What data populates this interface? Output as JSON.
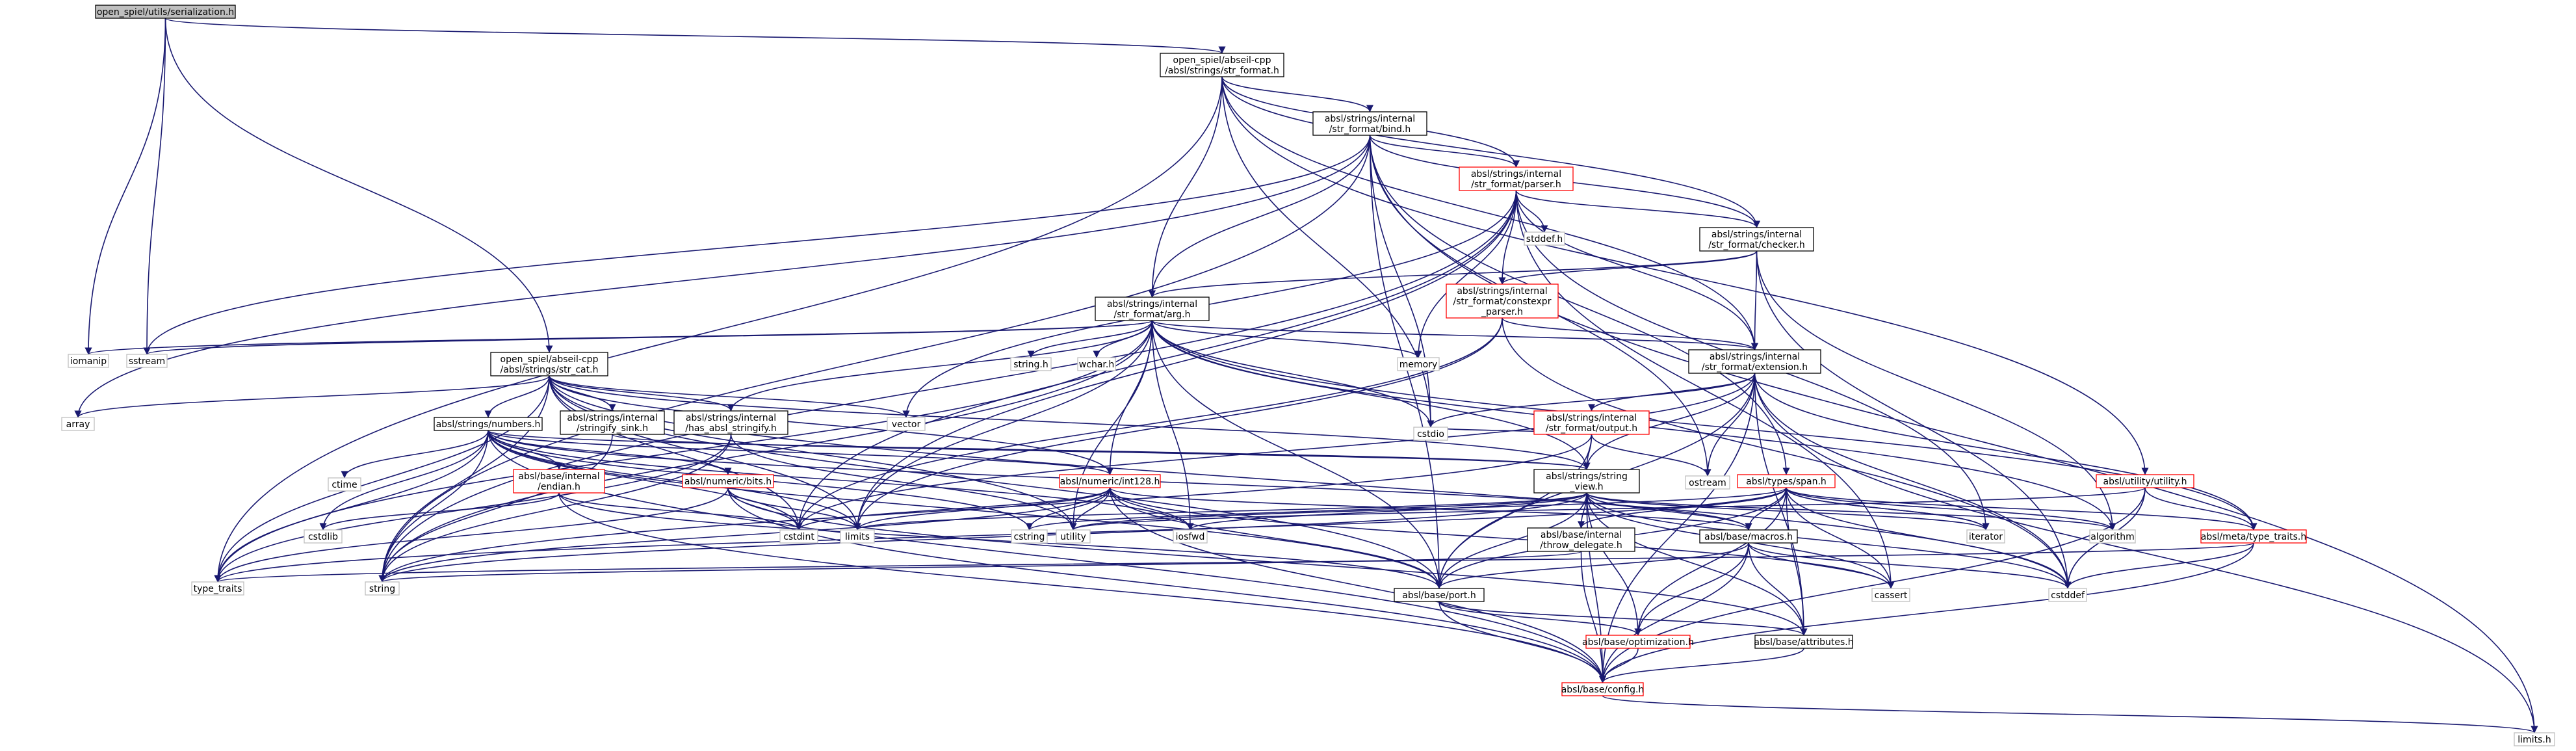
{
  "graph": {
    "nodes": [
      {
        "id": "serialization",
        "lines": [
          "open_spiel/utils/serialization.h"
        ],
        "kind": "main"
      },
      {
        "id": "str_format",
        "lines": [
          "open_spiel/abseil-cpp",
          "/absl/strings/str_format.h"
        ],
        "kind": "doc"
      },
      {
        "id": "bind",
        "lines": [
          "absl/strings/internal",
          "/str_format/bind.h"
        ],
        "kind": "doc"
      },
      {
        "id": "parser",
        "lines": [
          "absl/strings/internal",
          "/str_format/parser.h"
        ],
        "kind": "broken"
      },
      {
        "id": "stddef_h",
        "lines": [
          "stddef.h"
        ],
        "kind": "plain"
      },
      {
        "id": "checker",
        "lines": [
          "absl/strings/internal",
          "/str_format/checker.h"
        ],
        "kind": "doc"
      },
      {
        "id": "constexpr_parser",
        "lines": [
          "absl/strings/internal",
          "/str_format/constexpr",
          "_parser.h"
        ],
        "kind": "broken"
      },
      {
        "id": "arg",
        "lines": [
          "absl/strings/internal",
          "/str_format/arg.h"
        ],
        "kind": "doc"
      },
      {
        "id": "extension",
        "lines": [
          "absl/strings/internal",
          "/str_format/extension.h"
        ],
        "kind": "doc"
      },
      {
        "id": "output",
        "lines": [
          "absl/strings/internal",
          "/str_format/output.h"
        ],
        "kind": "broken"
      },
      {
        "id": "iomanip",
        "lines": [
          "iomanip"
        ],
        "kind": "plain"
      },
      {
        "id": "sstream",
        "lines": [
          "sstream"
        ],
        "kind": "plain"
      },
      {
        "id": "str_cat",
        "lines": [
          "open_spiel/abseil-cpp",
          "/absl/strings/str_cat.h"
        ],
        "kind": "doc"
      },
      {
        "id": "array",
        "lines": [
          "array"
        ],
        "kind": "plain"
      },
      {
        "id": "numbers",
        "lines": [
          "absl/strings/numbers.h"
        ],
        "kind": "doc"
      },
      {
        "id": "stringify_sink",
        "lines": [
          "absl/strings/internal",
          "/stringify_sink.h"
        ],
        "kind": "doc"
      },
      {
        "id": "has_stringify",
        "lines": [
          "absl/strings/internal",
          "/has_absl_stringify.h"
        ],
        "kind": "doc"
      },
      {
        "id": "string_h",
        "lines": [
          "string.h"
        ],
        "kind": "plain"
      },
      {
        "id": "wchar_h",
        "lines": [
          "wchar.h"
        ],
        "kind": "plain"
      },
      {
        "id": "memory",
        "lines": [
          "memory"
        ],
        "kind": "plain"
      },
      {
        "id": "vector",
        "lines": [
          "vector"
        ],
        "kind": "plain"
      },
      {
        "id": "ctime",
        "lines": [
          "ctime"
        ],
        "kind": "plain"
      },
      {
        "id": "endian",
        "lines": [
          "absl/base/internal",
          "/endian.h"
        ],
        "kind": "broken"
      },
      {
        "id": "bits",
        "lines": [
          "absl/numeric/bits.h"
        ],
        "kind": "broken"
      },
      {
        "id": "int128",
        "lines": [
          "absl/numeric/int128.h"
        ],
        "kind": "broken"
      },
      {
        "id": "cstdio",
        "lines": [
          "cstdio"
        ],
        "kind": "plain"
      },
      {
        "id": "string_view",
        "lines": [
          "absl/strings/string",
          "_view.h"
        ],
        "kind": "doc"
      },
      {
        "id": "ostream",
        "lines": [
          "ostream"
        ],
        "kind": "plain"
      },
      {
        "id": "span",
        "lines": [
          "absl/types/span.h"
        ],
        "kind": "broken"
      },
      {
        "id": "utility_h",
        "lines": [
          "absl/utility/utility.h"
        ],
        "kind": "broken"
      },
      {
        "id": "cstdlib",
        "lines": [
          "cstdlib"
        ],
        "kind": "plain"
      },
      {
        "id": "cstdint",
        "lines": [
          "cstdint"
        ],
        "kind": "plain"
      },
      {
        "id": "limits",
        "lines": [
          "limits"
        ],
        "kind": "plain"
      },
      {
        "id": "cstring",
        "lines": [
          "cstring"
        ],
        "kind": "plain"
      },
      {
        "id": "utility",
        "lines": [
          "utility"
        ],
        "kind": "plain"
      },
      {
        "id": "iosfwd",
        "lines": [
          "iosfwd"
        ],
        "kind": "plain"
      },
      {
        "id": "throw_delegate",
        "lines": [
          "absl/base/internal",
          "/throw_delegate.h"
        ],
        "kind": "doc"
      },
      {
        "id": "macros",
        "lines": [
          "absl/base/macros.h"
        ],
        "kind": "doc"
      },
      {
        "id": "iterator",
        "lines": [
          "iterator"
        ],
        "kind": "plain"
      },
      {
        "id": "algorithm",
        "lines": [
          "algorithm"
        ],
        "kind": "plain"
      },
      {
        "id": "type_traits_abs",
        "lines": [
          "absl/meta/type_traits.h"
        ],
        "kind": "broken"
      },
      {
        "id": "type_traits",
        "lines": [
          "type_traits"
        ],
        "kind": "plain"
      },
      {
        "id": "string",
        "lines": [
          "string"
        ],
        "kind": "plain"
      },
      {
        "id": "port",
        "lines": [
          "absl/base/port.h"
        ],
        "kind": "doc"
      },
      {
        "id": "cassert",
        "lines": [
          "cassert"
        ],
        "kind": "plain"
      },
      {
        "id": "cstddef",
        "lines": [
          "cstddef"
        ],
        "kind": "plain"
      },
      {
        "id": "optimization",
        "lines": [
          "absl/base/optimization.h"
        ],
        "kind": "broken"
      },
      {
        "id": "attributes",
        "lines": [
          "absl/base/attributes.h"
        ],
        "kind": "doc"
      },
      {
        "id": "config",
        "lines": [
          "absl/base/config.h"
        ],
        "kind": "broken"
      },
      {
        "id": "limits_h",
        "lines": [
          "limits.h"
        ],
        "kind": "plain"
      }
    ],
    "edges": [
      [
        "serialization",
        "str_format"
      ],
      [
        "serialization",
        "iomanip"
      ],
      [
        "serialization",
        "sstream"
      ],
      [
        "serialization",
        "str_cat"
      ],
      [
        "str_format",
        "bind"
      ],
      [
        "str_format",
        "parser"
      ],
      [
        "str_format",
        "checker"
      ],
      [
        "str_format",
        "arg"
      ],
      [
        "str_format",
        "extension"
      ],
      [
        "str_format",
        "cstdio"
      ],
      [
        "str_format",
        "type_traits"
      ],
      [
        "str_format",
        "utility_h"
      ],
      [
        "bind",
        "parser"
      ],
      [
        "bind",
        "checker"
      ],
      [
        "bind",
        "arg"
      ],
      [
        "bind",
        "sstream"
      ],
      [
        "bind",
        "array"
      ],
      [
        "bind",
        "string"
      ],
      [
        "bind",
        "cstdio"
      ],
      [
        "bind",
        "ostream"
      ],
      [
        "bind",
        "span"
      ],
      [
        "bind",
        "port"
      ],
      [
        "bind",
        "limits_h"
      ],
      [
        "parser",
        "stddef_h"
      ],
      [
        "parser",
        "checker"
      ],
      [
        "parser",
        "constexpr_parser"
      ],
      [
        "parser",
        "extension"
      ],
      [
        "parser",
        "memory"
      ],
      [
        "parser",
        "vector"
      ],
      [
        "parser",
        "cstdint"
      ],
      [
        "parser",
        "string"
      ],
      [
        "parser",
        "limits"
      ],
      [
        "parser",
        "iterator"
      ],
      [
        "parser",
        "cassert"
      ],
      [
        "checker",
        "arg"
      ],
      [
        "checker",
        "constexpr_parser"
      ],
      [
        "checker",
        "extension"
      ],
      [
        "checker",
        "algorithm"
      ],
      [
        "checker",
        "cstddef"
      ],
      [
        "constexpr_parser",
        "extension"
      ],
      [
        "constexpr_parser",
        "cstdint"
      ],
      [
        "constexpr_parser",
        "cstddef"
      ],
      [
        "constexpr_parser",
        "limits"
      ],
      [
        "arg",
        "iomanip"
      ],
      [
        "arg",
        "sstream"
      ],
      [
        "arg",
        "string_h"
      ],
      [
        "arg",
        "wchar_h"
      ],
      [
        "arg",
        "memory"
      ],
      [
        "arg",
        "cstdio"
      ],
      [
        "arg",
        "extension"
      ],
      [
        "arg",
        "has_stringify"
      ],
      [
        "arg",
        "int128"
      ],
      [
        "arg",
        "string_view"
      ],
      [
        "arg",
        "type_traits_abs"
      ],
      [
        "arg",
        "port"
      ],
      [
        "arg",
        "utility"
      ],
      [
        "arg",
        "string"
      ],
      [
        "arg",
        "type_traits"
      ],
      [
        "arg",
        "limits"
      ],
      [
        "arg",
        "algorithm"
      ],
      [
        "arg",
        "iosfwd"
      ],
      [
        "extension",
        "output"
      ],
      [
        "extension",
        "string_view"
      ],
      [
        "extension",
        "cstdio"
      ],
      [
        "extension",
        "ostream"
      ],
      [
        "extension",
        "port"
      ],
      [
        "extension",
        "cstddef"
      ],
      [
        "extension",
        "cstdint"
      ],
      [
        "extension",
        "type_traits_abs"
      ],
      [
        "extension",
        "config"
      ],
      [
        "extension",
        "attributes"
      ],
      [
        "extension",
        "limits_h"
      ],
      [
        "output",
        "cstdio"
      ],
      [
        "output",
        "string_view"
      ],
      [
        "output",
        "ostream"
      ],
      [
        "output",
        "string"
      ],
      [
        "output",
        "port"
      ],
      [
        "str_cat",
        "array"
      ],
      [
        "str_cat",
        "numbers"
      ],
      [
        "str_cat",
        "stringify_sink"
      ],
      [
        "str_cat",
        "has_stringify"
      ],
      [
        "str_cat",
        "string_view"
      ],
      [
        "str_cat",
        "vector"
      ],
      [
        "str_cat",
        "cstdint"
      ],
      [
        "str_cat",
        "string"
      ],
      [
        "str_cat",
        "type_traits"
      ],
      [
        "str_cat",
        "utility"
      ],
      [
        "str_cat",
        "int128"
      ],
      [
        "str_cat",
        "port"
      ],
      [
        "str_cat",
        "cstddef"
      ],
      [
        "str_cat",
        "limits"
      ],
      [
        "numbers",
        "ctime"
      ],
      [
        "numbers",
        "endian"
      ],
      [
        "numbers",
        "bits"
      ],
      [
        "numbers",
        "int128"
      ],
      [
        "numbers",
        "string_view"
      ],
      [
        "numbers",
        "cstdlib"
      ],
      [
        "numbers",
        "cstdint"
      ],
      [
        "numbers",
        "cstring"
      ],
      [
        "numbers",
        "limits"
      ],
      [
        "numbers",
        "string"
      ],
      [
        "numbers",
        "type_traits"
      ],
      [
        "numbers",
        "macros"
      ],
      [
        "numbers",
        "port"
      ],
      [
        "numbers",
        "config"
      ],
      [
        "numbers",
        "iosfwd"
      ],
      [
        "stringify_sink",
        "string"
      ],
      [
        "stringify_sink",
        "string_view"
      ],
      [
        "has_stringify",
        "string"
      ],
      [
        "has_stringify",
        "type_traits"
      ],
      [
        "has_stringify",
        "utility"
      ],
      [
        "endian",
        "cstdlib"
      ],
      [
        "endian",
        "cstdint"
      ],
      [
        "endian",
        "config"
      ],
      [
        "endian",
        "port"
      ],
      [
        "bits",
        "cstdint"
      ],
      [
        "bits",
        "limits"
      ],
      [
        "bits",
        "type_traits"
      ],
      [
        "bits",
        "attributes"
      ],
      [
        "bits",
        "config"
      ],
      [
        "int128",
        "cassert"
      ],
      [
        "int128",
        "cstdint"
      ],
      [
        "int128",
        "cstring"
      ],
      [
        "int128",
        "iosfwd"
      ],
      [
        "int128",
        "limits"
      ],
      [
        "int128",
        "string"
      ],
      [
        "int128",
        "utility"
      ],
      [
        "int128",
        "macros"
      ],
      [
        "int128",
        "port"
      ],
      [
        "int128",
        "config"
      ],
      [
        "string_view",
        "algorithm"
      ],
      [
        "string_view",
        "cassert"
      ],
      [
        "string_view",
        "cstddef"
      ],
      [
        "string_view",
        "cstring"
      ],
      [
        "string_view",
        "iosfwd"
      ],
      [
        "string_view",
        "iterator"
      ],
      [
        "string_view",
        "limits"
      ],
      [
        "string_view",
        "string"
      ],
      [
        "string_view",
        "throw_delegate"
      ],
      [
        "string_view",
        "macros"
      ],
      [
        "string_view",
        "port"
      ],
      [
        "string_view",
        "optimization"
      ],
      [
        "string_view",
        "attributes"
      ],
      [
        "string_view",
        "config"
      ],
      [
        "span",
        "algorithm"
      ],
      [
        "span",
        "cassert"
      ],
      [
        "span",
        "cstddef"
      ],
      [
        "span",
        "initializer"
      ],
      [
        "span",
        "iterator"
      ],
      [
        "span",
        "type_traits"
      ],
      [
        "span",
        "utility"
      ],
      [
        "span",
        "macros"
      ],
      [
        "span",
        "attributes"
      ],
      [
        "span",
        "optimization"
      ],
      [
        "span",
        "port"
      ],
      [
        "span",
        "type_traits_abs"
      ],
      [
        "span",
        "throw_delegate"
      ],
      [
        "utility_h",
        "cstddef"
      ],
      [
        "utility_h",
        "tuple"
      ],
      [
        "utility_h",
        "type_traits_abs"
      ],
      [
        "utility_h",
        "utility"
      ],
      [
        "utility_h",
        "config"
      ],
      [
        "throw_delegate",
        "string"
      ],
      [
        "throw_delegate",
        "config"
      ],
      [
        "macros",
        "cassert"
      ],
      [
        "macros",
        "cstddef"
      ],
      [
        "macros",
        "attributes"
      ],
      [
        "macros",
        "config"
      ],
      [
        "macros",
        "optimization"
      ],
      [
        "macros",
        "port"
      ],
      [
        "type_traits_abs",
        "cstddef"
      ],
      [
        "type_traits_abs",
        "type_traits"
      ],
      [
        "type_traits_abs",
        "config"
      ],
      [
        "port",
        "attributes"
      ],
      [
        "port",
        "config"
      ],
      [
        "port",
        "optimization"
      ],
      [
        "optimization",
        "config"
      ],
      [
        "attributes",
        "config"
      ],
      [
        "config",
        "limits_h"
      ]
    ]
  }
}
